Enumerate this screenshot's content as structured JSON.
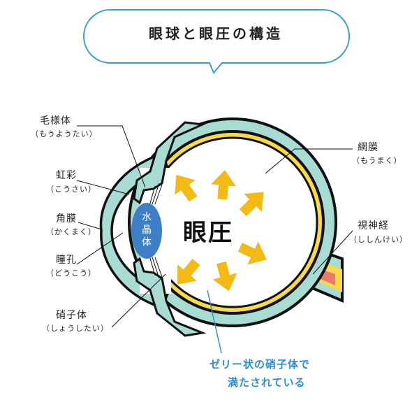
{
  "title": "眼球と眼圧の構造",
  "center_label": "眼圧",
  "lens_label": "水晶体",
  "labels": {
    "ciliary_body": {
      "name": "毛様体",
      "reading": "（もうようたい）"
    },
    "iris": {
      "name": "虹彩",
      "reading": "（こうさい）"
    },
    "cornea": {
      "name": "角膜",
      "reading": "（かくまく）"
    },
    "pupil": {
      "name": "瞳孔",
      "reading": "（どうこう）"
    },
    "vitreous": {
      "name": "硝子体",
      "reading": "（しょうしたい）"
    },
    "retina": {
      "name": "網膜",
      "reading": "（もうまく）"
    },
    "optic_nerve": {
      "name": "視神経",
      "reading": "（ししんけい）"
    }
  },
  "note": {
    "line1": "ゼリー状の硝子体で",
    "line2": "満たされている"
  },
  "colors": {
    "sclera": "#a8dbd3",
    "retina": "#f7d94a",
    "arrow": "#f5b914",
    "lens": "#3f7fc6",
    "accent": "#2d8fd0",
    "nerve": "#ea7a6e"
  }
}
